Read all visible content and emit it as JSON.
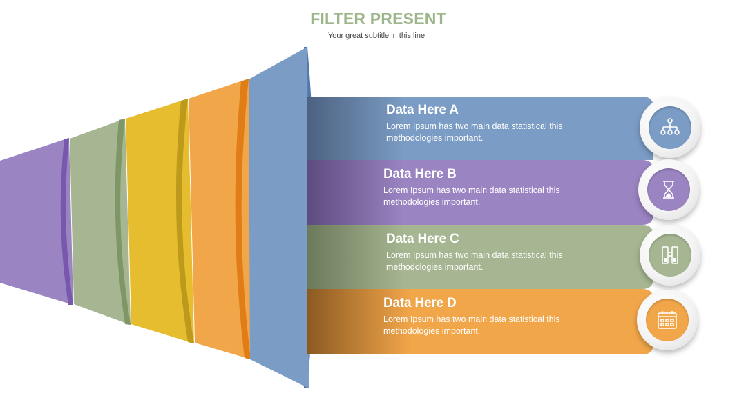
{
  "header": {
    "title": "FILTER PRESENT",
    "subtitle": "Your great subtitle in this line"
  },
  "colors": {
    "title": "#9db58a",
    "blue": "#7b9cc4",
    "purple": "#9b84c2",
    "green": "#a6b692",
    "yellow": "#e5bd2e",
    "orange": "#f2a64a"
  },
  "items": [
    {
      "title": "Data Here A",
      "desc": "Lorem Ipsum has two main data statistical this methodologies important.",
      "icon": "hierarchy-icon",
      "color": "#7b9cc4"
    },
    {
      "title": "Data Here B",
      "desc": "Lorem Ipsum has two main data statistical this methodologies important.",
      "icon": "hourglass-icon",
      "color": "#9b84c2"
    },
    {
      "title": "Data Here C",
      "desc": "Lorem Ipsum has two main data statistical this methodologies important.",
      "icon": "binoculars-icon",
      "color": "#a6b692"
    },
    {
      "title": "Data Here D",
      "desc": "Lorem Ipsum has two main data statistical this methodologies important.",
      "icon": "calendar-icon",
      "color": "#f2a64a"
    }
  ]
}
